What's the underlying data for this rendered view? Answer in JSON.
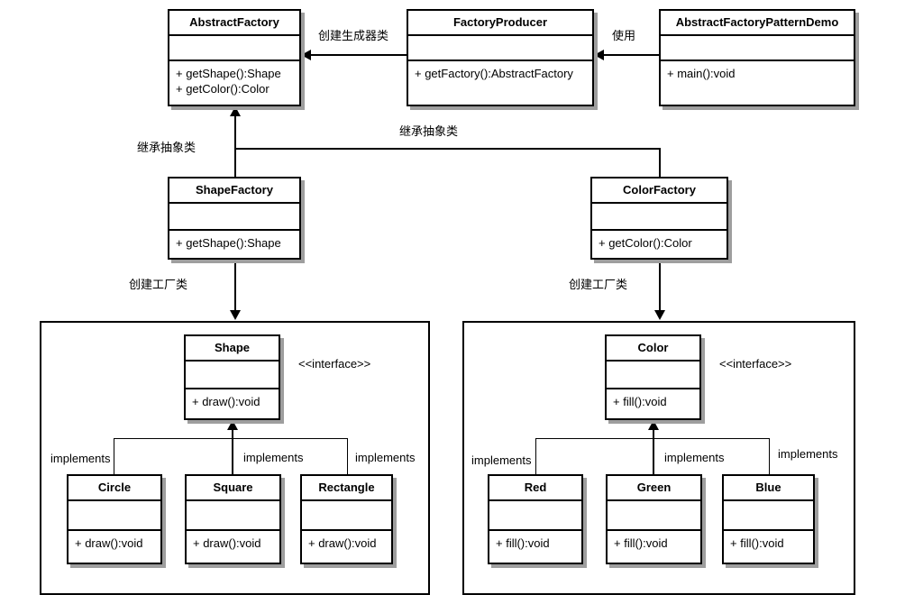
{
  "diagram": {
    "title": "Abstract Factory Pattern UML Class Diagram",
    "stroke_color": "#000000",
    "shadow_color": "#9e9e9e",
    "background_color": "#ffffff"
  },
  "classes": {
    "abstract_factory": {
      "name": "AbstractFactory",
      "operations": [
        "+ getShape():Shape",
        "+ getColor():Color"
      ]
    },
    "factory_producer": {
      "name": "FactoryProducer",
      "operations": [
        "+ getFactory():AbstractFactory"
      ]
    },
    "demo": {
      "name": "AbstractFactoryPatternDemo",
      "operations": [
        "+ main():void"
      ]
    },
    "shape_factory": {
      "name": "ShapeFactory",
      "operations": [
        "+ getShape():Shape"
      ]
    },
    "color_factory": {
      "name": "ColorFactory",
      "operations": [
        "+ getColor():Color"
      ]
    },
    "shape": {
      "name": "Shape",
      "operations": [
        "+ draw():void"
      ],
      "stereotype": "<<interface>>"
    },
    "circle": {
      "name": "Circle",
      "operations": [
        "+ draw():void"
      ]
    },
    "square": {
      "name": "Square",
      "operations": [
        "+ draw():void"
      ]
    },
    "rectangle": {
      "name": "Rectangle",
      "operations": [
        "+ draw():void"
      ]
    },
    "color": {
      "name": "Color",
      "operations": [
        "+ fill():void"
      ],
      "stereotype": "<<interface>>"
    },
    "red": {
      "name": "Red",
      "operations": [
        "+ fill():void"
      ]
    },
    "green": {
      "name": "Green",
      "operations": [
        "+ fill():void"
      ]
    },
    "blue": {
      "name": "Blue",
      "operations": [
        "+ fill():void"
      ]
    }
  },
  "edge_labels": {
    "create_builder": "创建生成器类",
    "uses": "使用",
    "inherit_abstract_left": "继承抽象类",
    "inherit_abstract_right": "继承抽象类",
    "create_factory_left": "创建工厂类",
    "create_factory_right": "创建工厂类",
    "implements_shape_1": "implements",
    "implements_shape_2": "implements",
    "implements_shape_3": "implements",
    "implements_color_1": "implements",
    "implements_color_2": "implements",
    "implements_color_3": "implements"
  }
}
